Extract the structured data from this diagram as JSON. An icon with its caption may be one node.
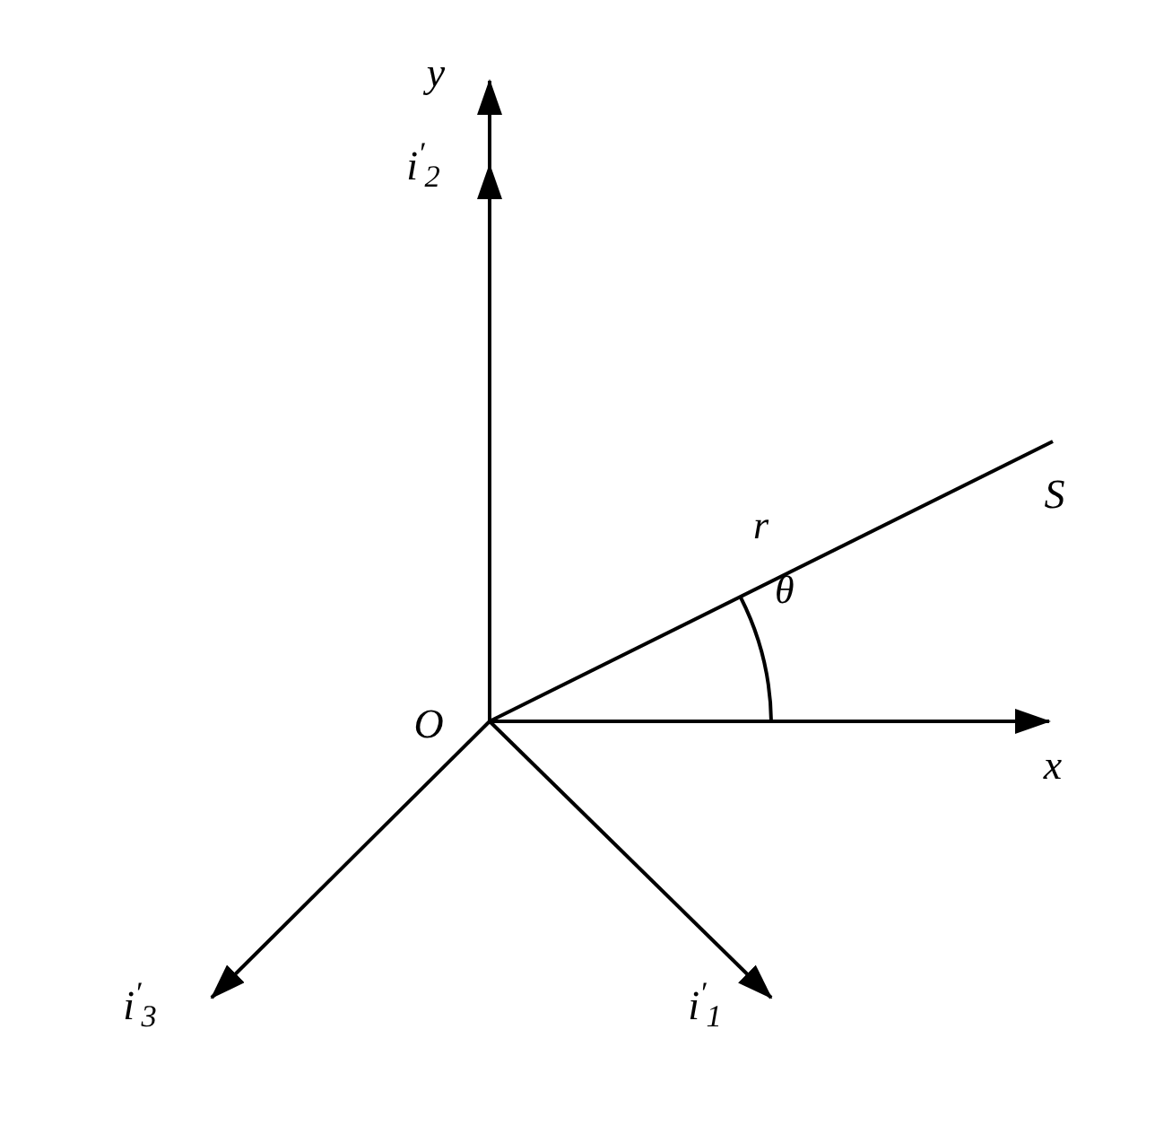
{
  "diagram": {
    "nodes": [
      {
        "text": [
          "O"
        ]
      },
      {
        "text": [
          "y"
        ]
      },
      {
        "text": [
          "i$^{′}$$_{2}$"
        ]
      },
      {
        "text": [
          "x"
        ]
      },
      {
        "text": [
          "i$^{′}$$_{1}$"
        ]
      },
      {
        "text": [
          "i$^{′}$$_{3}$"
        ]
      },
      {
        "text": [
          "S"
        ]
      }
    ],
    "edges": [
      {
        "from": 0,
        "to": 1,
        "arrow": "to"
      },
      {
        "from": 0,
        "to": 2,
        "arrow": "to"
      },
      {
        "from": 0,
        "to": 3,
        "arrow": "to"
      },
      {
        "from": 0,
        "to": 4,
        "arrow": "to"
      },
      {
        "from": 0,
        "to": 5,
        "arrow": "to"
      },
      {
        "from": 0,
        "to": 6,
        "arrow": "none",
        "label": "r"
      }
    ],
    "labels": [
      "θ"
    ]
  }
}
